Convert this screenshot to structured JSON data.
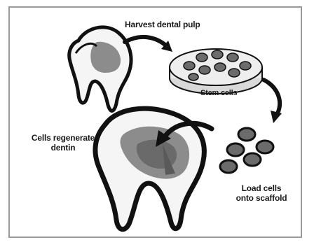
{
  "labels": {
    "harvest": "Harvest dental pulp",
    "stem_cells": "Stem cells",
    "load_line1": "Load cells",
    "load_line2": "onto scaffold",
    "regen_line1": "Cells regenerate",
    "regen_line2": "dentin"
  },
  "colors": {
    "outline": "#111111",
    "tooth_fill": "#f5f5f5",
    "pulp_gray": "#8c8c8c",
    "regen_dark": "#6a6a6a",
    "cell_fill": "#6b6b6b",
    "frame": "#9a9a9a"
  },
  "icons": [
    "tooth-icon",
    "petri-dish-icon",
    "cell-icon",
    "arrow-icon"
  ]
}
